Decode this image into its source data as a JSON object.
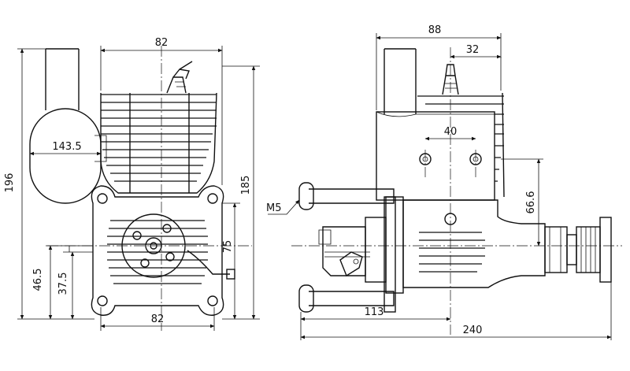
{
  "dimensions": {
    "front_width_top": "82",
    "front_height_total": "196",
    "front_cylinder_height": "143.5",
    "front_height_185": "185",
    "front_height_75": "75",
    "front_offset_46_5": "46.5",
    "front_offset_37_5": "37.5",
    "front_width_bottom": "82",
    "side_width_88": "88",
    "side_width_32": "32",
    "side_width_40": "40",
    "side_height_66_6": "66.6",
    "side_thread": "M5",
    "side_length_113": "113",
    "side_length_240": "240"
  }
}
